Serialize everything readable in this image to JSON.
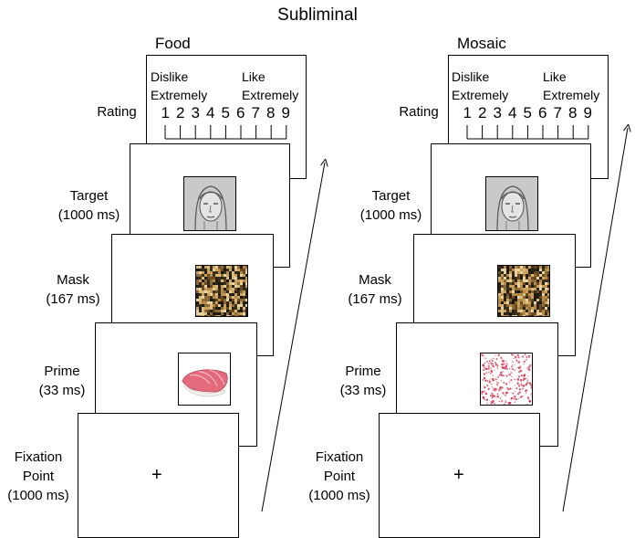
{
  "title": "Subliminal",
  "conditions": [
    {
      "name": "Food",
      "rating": {
        "label": "Rating",
        "left_anchor": [
          "Dislike",
          "Extremely"
        ],
        "right_anchor": [
          "Like",
          "Extremely"
        ],
        "scale": [
          "1",
          "2",
          "3",
          "4",
          "5",
          "6",
          "7",
          "8",
          "9"
        ]
      },
      "target": {
        "label": "Target",
        "duration": "(1000 ms)",
        "image": "face-drawing"
      },
      "mask": {
        "label": "Mask",
        "duration": "(167 ms)",
        "image": "noise-mosaic"
      },
      "prime": {
        "label": "Prime",
        "duration": "(33 ms)",
        "image": "sushi-food"
      },
      "fixation": {
        "label": [
          "Fixation",
          "Point"
        ],
        "duration": "(1000 ms)",
        "symbol": "+"
      }
    },
    {
      "name": "Mosaic",
      "rating": {
        "label": "Rating",
        "left_anchor": [
          "Dislike",
          "Extremely"
        ],
        "right_anchor": [
          "Like",
          "Extremely"
        ],
        "scale": [
          "1",
          "2",
          "3",
          "4",
          "5",
          "6",
          "7",
          "8",
          "9"
        ]
      },
      "target": {
        "label": "Target",
        "duration": "(1000 ms)",
        "image": "face-drawing"
      },
      "mask": {
        "label": "Mask",
        "duration": "(167 ms)",
        "image": "noise-mosaic"
      },
      "prime": {
        "label": "Prime",
        "duration": "(33 ms)",
        "image": "red-dot-mosaic"
      },
      "fixation": {
        "label": [
          "Fixation",
          "Point"
        ],
        "duration": "(1000 ms)",
        "symbol": "+"
      }
    }
  ],
  "colors": {
    "line": "#000000",
    "sushi": "#e36a7a",
    "mosaic_dots": "#d23c55",
    "face_bg": "#c9c9c9"
  }
}
